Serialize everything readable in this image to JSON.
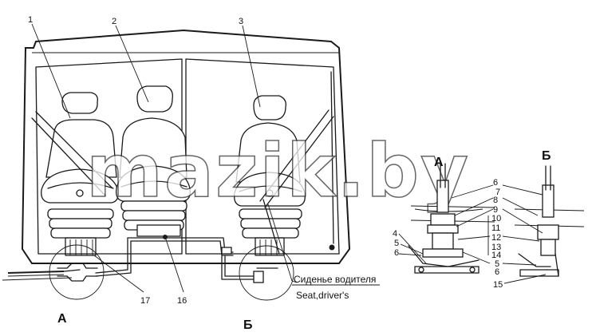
{
  "callouts": [
    "1",
    "2",
    "3",
    "4",
    "5",
    "6",
    "7",
    "8",
    "9",
    "10",
    "11",
    "12",
    "13",
    "14",
    "15",
    "16",
    "17"
  ],
  "detail_labels": {
    "a": "А",
    "b": "Б"
  },
  "caption": {
    "ru": "Сиденье водителя",
    "en": "Seat,driver's"
  },
  "watermark": "mazik.by"
}
